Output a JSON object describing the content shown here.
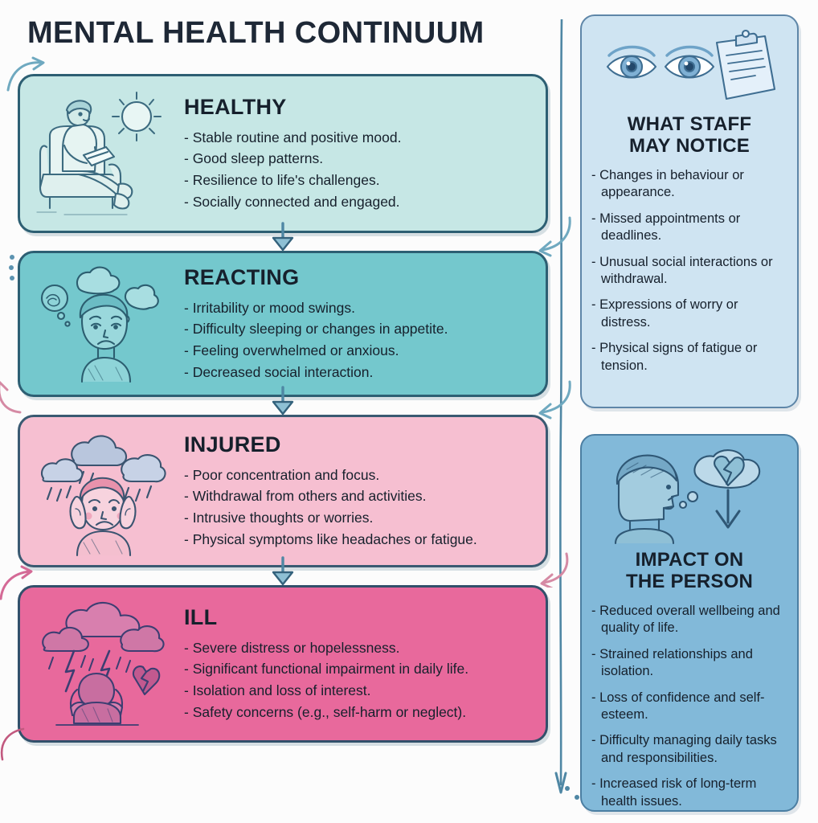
{
  "title": "MENTAL HEALTH CONTINUUM",
  "colors": {
    "healthy_bg": "#c6e7e5",
    "reacting_bg": "#74c8cd",
    "injured_bg": "#f6bfd1",
    "ill_bg": "#e8699c",
    "staff_panel_bg": "#cfe4f2",
    "impact_panel_bg": "#82b9d9",
    "ink": "#16202c",
    "outline": "#2d5f73",
    "arrow": "#4f87a4"
  },
  "stages": [
    {
      "heading": "HEALTHY",
      "icon": "person-reading-in-armchair-with-sun-icon",
      "bullets": [
        "- Stable routine and positive mood.",
        "- Good sleep patterns.",
        "- Resilience to life's challenges.",
        "- Socially connected and engaged."
      ]
    },
    {
      "heading": "REACTING",
      "icon": "worried-face-with-thought-clouds-icon",
      "bullets": [
        "- Irritability or mood swings.",
        "- Difficulty sleeping or changes in appetite.",
        "- Feeling overwhelmed or anxious.",
        "- Decreased social interaction."
      ]
    },
    {
      "heading": "INJURED",
      "icon": "person-head-in-hands-with-rain-clouds-icon",
      "bullets": [
        "- Poor concentration and focus.",
        "- Withdrawal from others and activities.",
        "- Intrusive thoughts or worries.",
        "- Physical symptoms like headaches or fatigue."
      ]
    },
    {
      "heading": "ILL",
      "icon": "person-with-storm-cloud-lightning-and-broken-heart-icon",
      "bullets": [
        "- Severe distress or hopelessness.",
        "- Significant functional impairment in daily life.",
        "- Isolation and loss of interest.",
        "- Safety concerns (e.g., self-harm or neglect)."
      ]
    }
  ],
  "panels": [
    {
      "heading_line1": "WHAT STAFF",
      "heading_line2": "MAY NOTICE",
      "icon": "eyes-and-clipboard-icon",
      "bullets": [
        "- Changes in behaviour or appearance.",
        "- Missed appointments or deadlines.",
        "- Unusual social interactions or withdrawal.",
        "- Expressions of worry or distress.",
        "- Physical signs of fatigue or tension."
      ]
    },
    {
      "heading_line1": "IMPACT ON",
      "heading_line2": "THE PERSON",
      "icon": "head-profile-with-broken-heart-thought-and-down-arrow-icon",
      "bullets": [
        "- Reduced overall wellbeing and quality of life.",
        "- Strained relationships and isolation.",
        "- Loss of confidence and self-esteem.",
        "- Difficulty managing daily tasks and responsibilities.",
        "- Increased risk of long-term health issues."
      ]
    }
  ]
}
